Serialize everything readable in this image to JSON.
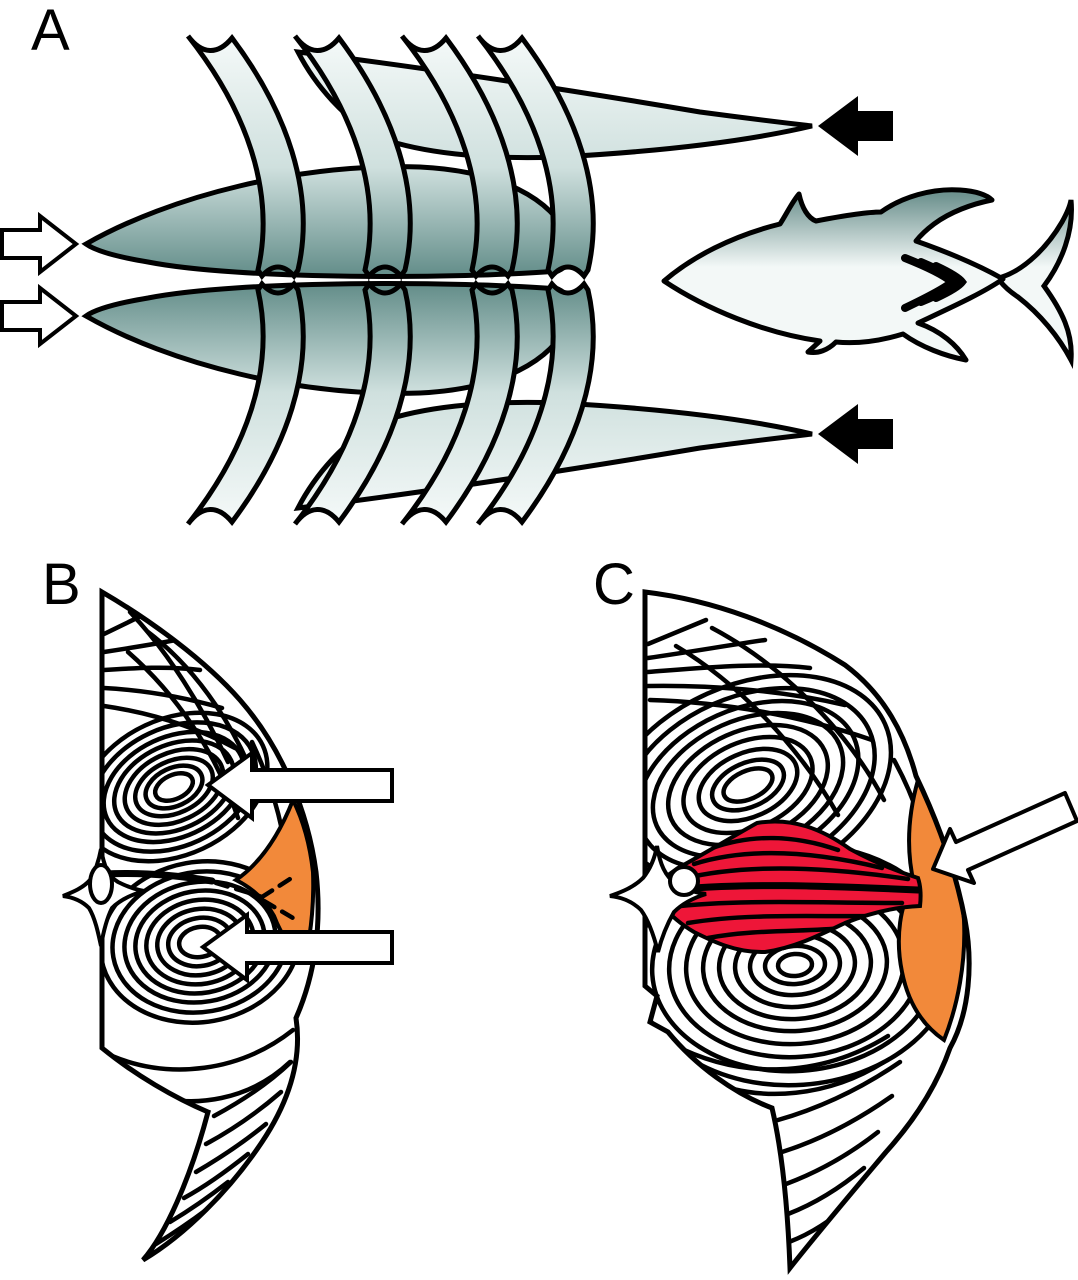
{
  "panels": {
    "a": {
      "label": "A"
    },
    "b": {
      "label": "B"
    },
    "c": {
      "label": "C"
    }
  },
  "colors": {
    "background": "#ffffff",
    "outline": "#000000",
    "muscle_light": "#f7fbfa",
    "muscle_mid": "#cfe0de",
    "muscle_dark": "#5f8a86",
    "fish_dark": "#6e928f",
    "fish_light": "#f3f8f7",
    "orange_region": "#f2893a",
    "red_region": "#ee1638",
    "arrow_white": "#ffffff",
    "arrow_black": "#000000"
  },
  "arrows": {
    "panel_a_white_right": {
      "count": 2,
      "direction": "right",
      "style": "white-outline"
    },
    "panel_a_black_left": {
      "count": 2,
      "direction": "left",
      "style": "solid-black"
    },
    "panel_b_white_left": {
      "count": 2,
      "direction": "left",
      "style": "white-outline"
    },
    "panel_c_white_diagonal": {
      "count": 1,
      "direction": "down-left",
      "style": "white-outline"
    }
  }
}
